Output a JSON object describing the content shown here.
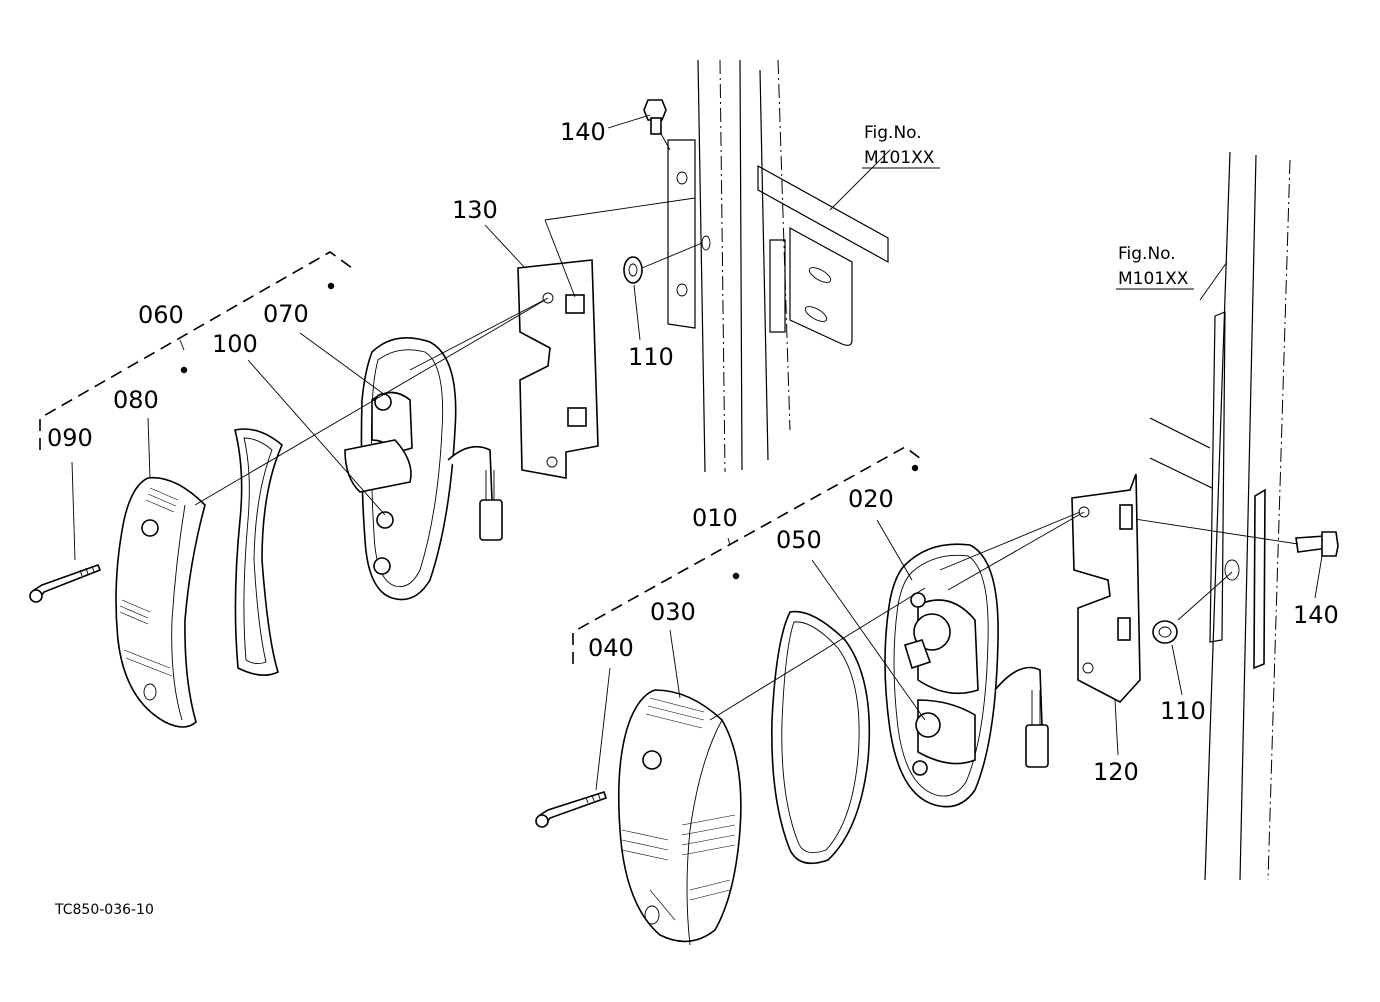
{
  "drawing_code": "TC850-036-10",
  "figure_references": [
    {
      "prefix": "Fig.No.",
      "number": "M101XX"
    },
    {
      "prefix": "Fig.No.",
      "number": "M101XX"
    }
  ],
  "part_labels": {
    "p010": "010",
    "p020": "020",
    "p030": "030",
    "p040": "040",
    "p050": "050",
    "p060": "060",
    "p070": "070",
    "p080": "080",
    "p090": "090",
    "p100": "100",
    "p110a": "110",
    "p110b": "110",
    "p120": "120",
    "p130": "130",
    "p140a": "140",
    "p140b": "140"
  }
}
